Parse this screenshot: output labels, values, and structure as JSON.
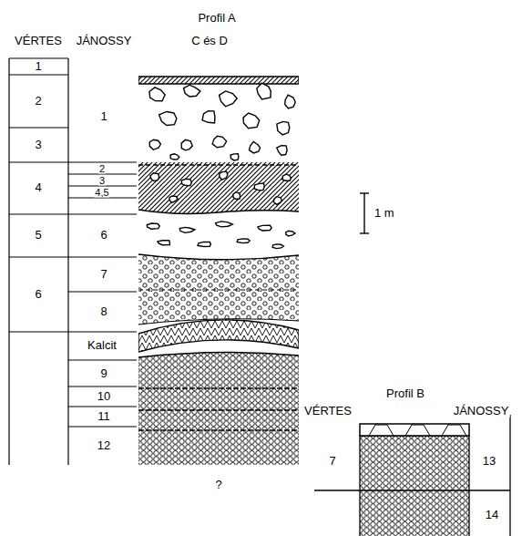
{
  "diagram": {
    "labels": [
      "Profil A",
      "VÉRTES",
      "JÁNOSSY",
      "C és D",
      "1",
      "2",
      "3",
      "4",
      "5",
      "6",
      "1",
      "2",
      "3",
      "4,5",
      "6",
      "7",
      "8",
      "Kalcit",
      "9",
      "10",
      "11",
      "12",
      "1 m",
      "?",
      "Profil B",
      "VÉRTES",
      "JÁNOSSY",
      "7",
      "13",
      "14"
    ]
  }
}
